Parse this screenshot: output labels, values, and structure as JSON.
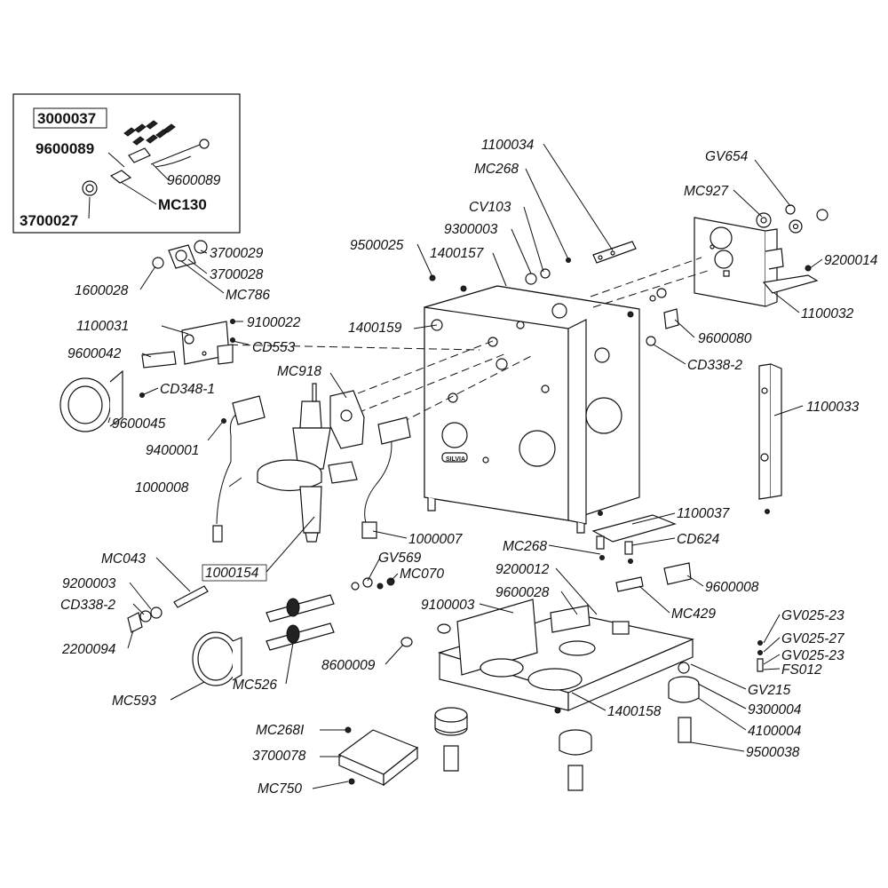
{
  "inset": {
    "kit_code": "3000037",
    "labels": [
      "9600089",
      "9600089",
      "MC130",
      "3700027"
    ]
  },
  "labels": {
    "l_1100034": "1100034",
    "l_MC268_top": "MC268",
    "l_CV103": "CV103",
    "l_9300003": "9300003",
    "l_9500025": "9500025",
    "l_1400157": "1400157",
    "l_GV654": "GV654",
    "l_MC927": "MC927",
    "l_9200014": "9200014",
    "l_1100032": "1100032",
    "l_3700029": "3700029",
    "l_3700028": "3700028",
    "l_1600028": "1600028",
    "l_MC786": "MC786",
    "l_1100031": "1100031",
    "l_9100022": "9100022",
    "l_9600042": "9600042",
    "l_CD553": "CD553",
    "l_1400159": "1400159",
    "l_MC918": "MC918",
    "l_9600080": "9600080",
    "l_CD338_2_top": "CD338-2",
    "l_CD348_1": "CD348-1",
    "l_1100033": "1100033",
    "l_9600045": "9600045",
    "l_9400001": "9400001",
    "l_1000008": "1000008",
    "l_1100037": "1100037",
    "l_MC268_mid": "MC268",
    "l_CD624": "CD624",
    "l_1000007": "1000007",
    "l_MC043": "MC043",
    "l_GV569": "GV569",
    "l_9200012": "9200012",
    "l_1000154": "1000154",
    "l_MC070": "MC070",
    "l_9200003": "9200003",
    "l_9600028": "9600028",
    "l_9600008": "9600008",
    "l_CD338_2_bot": "CD338-2",
    "l_9100003": "9100003",
    "l_MC429": "MC429",
    "l_GV025_23_a": "GV025-23",
    "l_GV025_27": "GV025-27",
    "l_2200094": "2200094",
    "l_8600009": "8600009",
    "l_GV025_23_b": "GV025-23",
    "l_FS012": "FS012",
    "l_GV215": "GV215",
    "l_MC593": "MC593",
    "l_MC526": "MC526",
    "l_9300004": "9300004",
    "l_1400158": "1400158",
    "l_4100004": "4100004",
    "l_MC268I": "MC268I",
    "l_3700078": "3700078",
    "l_9500038": "9500038",
    "l_MC750": "MC750"
  },
  "brand_mark": "SILVIA"
}
